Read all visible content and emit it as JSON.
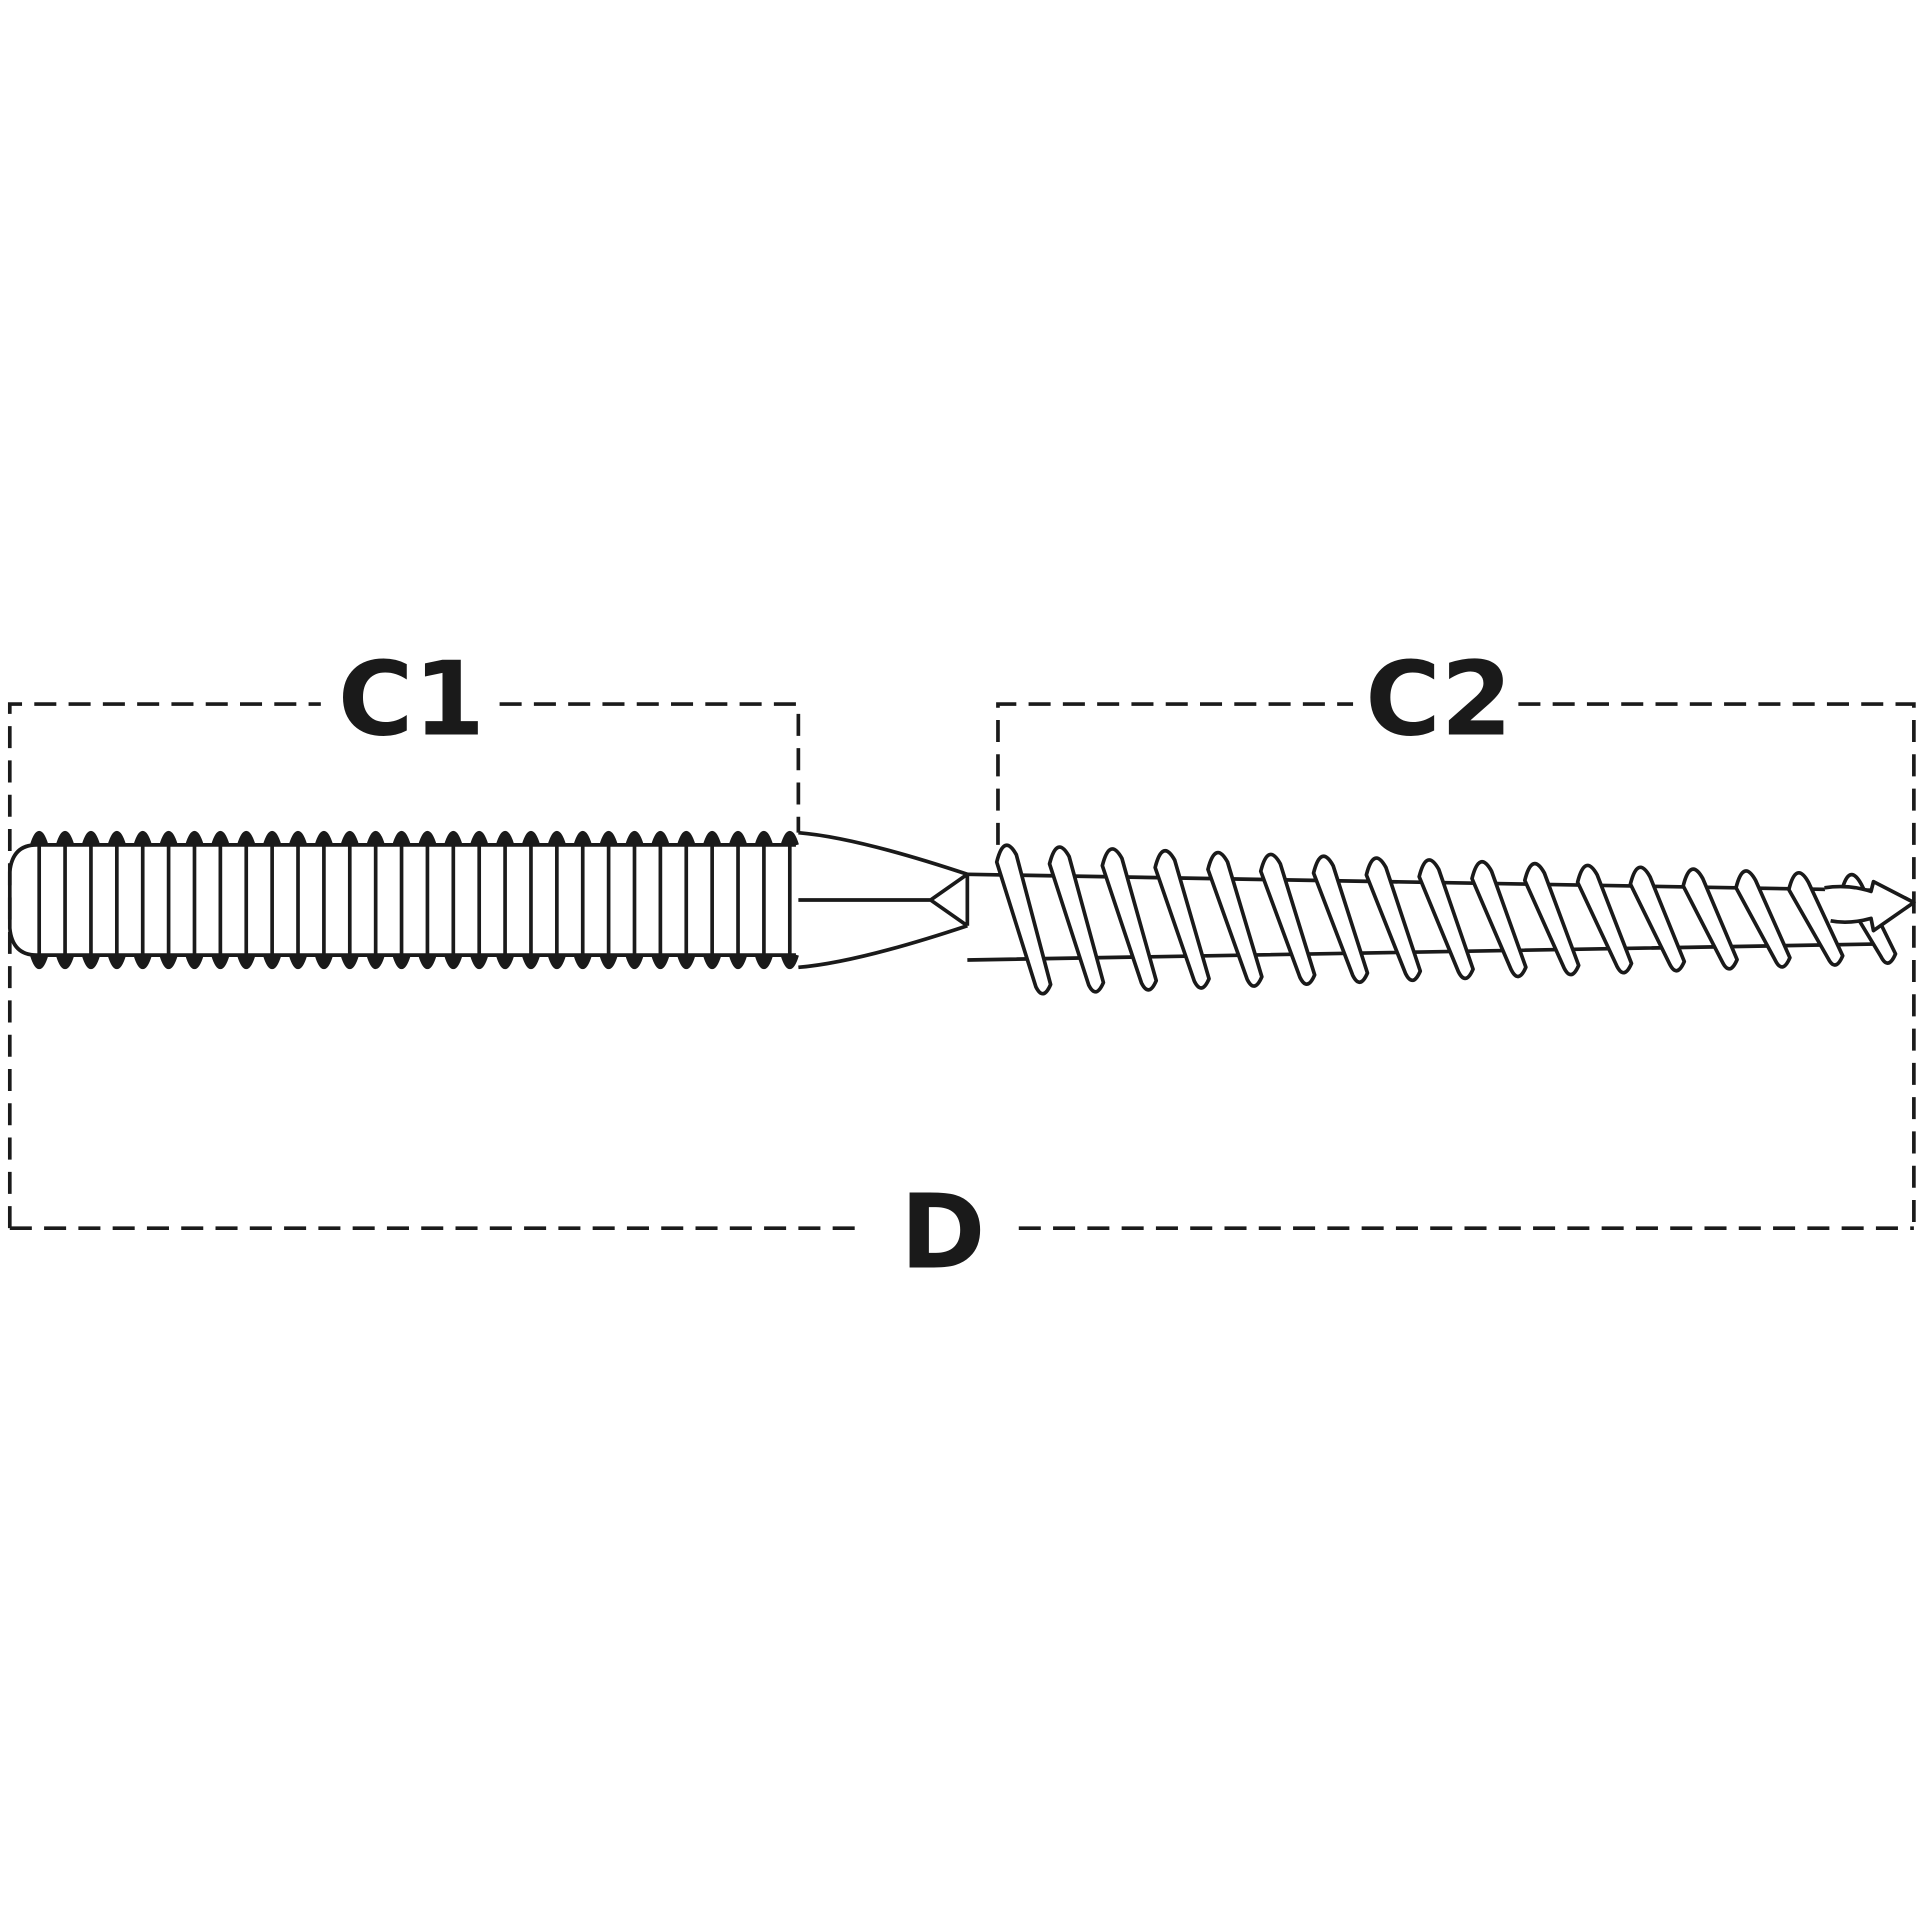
{
  "labels": {
    "c1": "C1",
    "c2": "C2",
    "d": "D"
  },
  "colors": {
    "line": "#1a1a1a",
    "background": "#ffffff"
  },
  "drawing": {
    "machine_thread_crests": 30,
    "wood_thread_turns": 17
  }
}
